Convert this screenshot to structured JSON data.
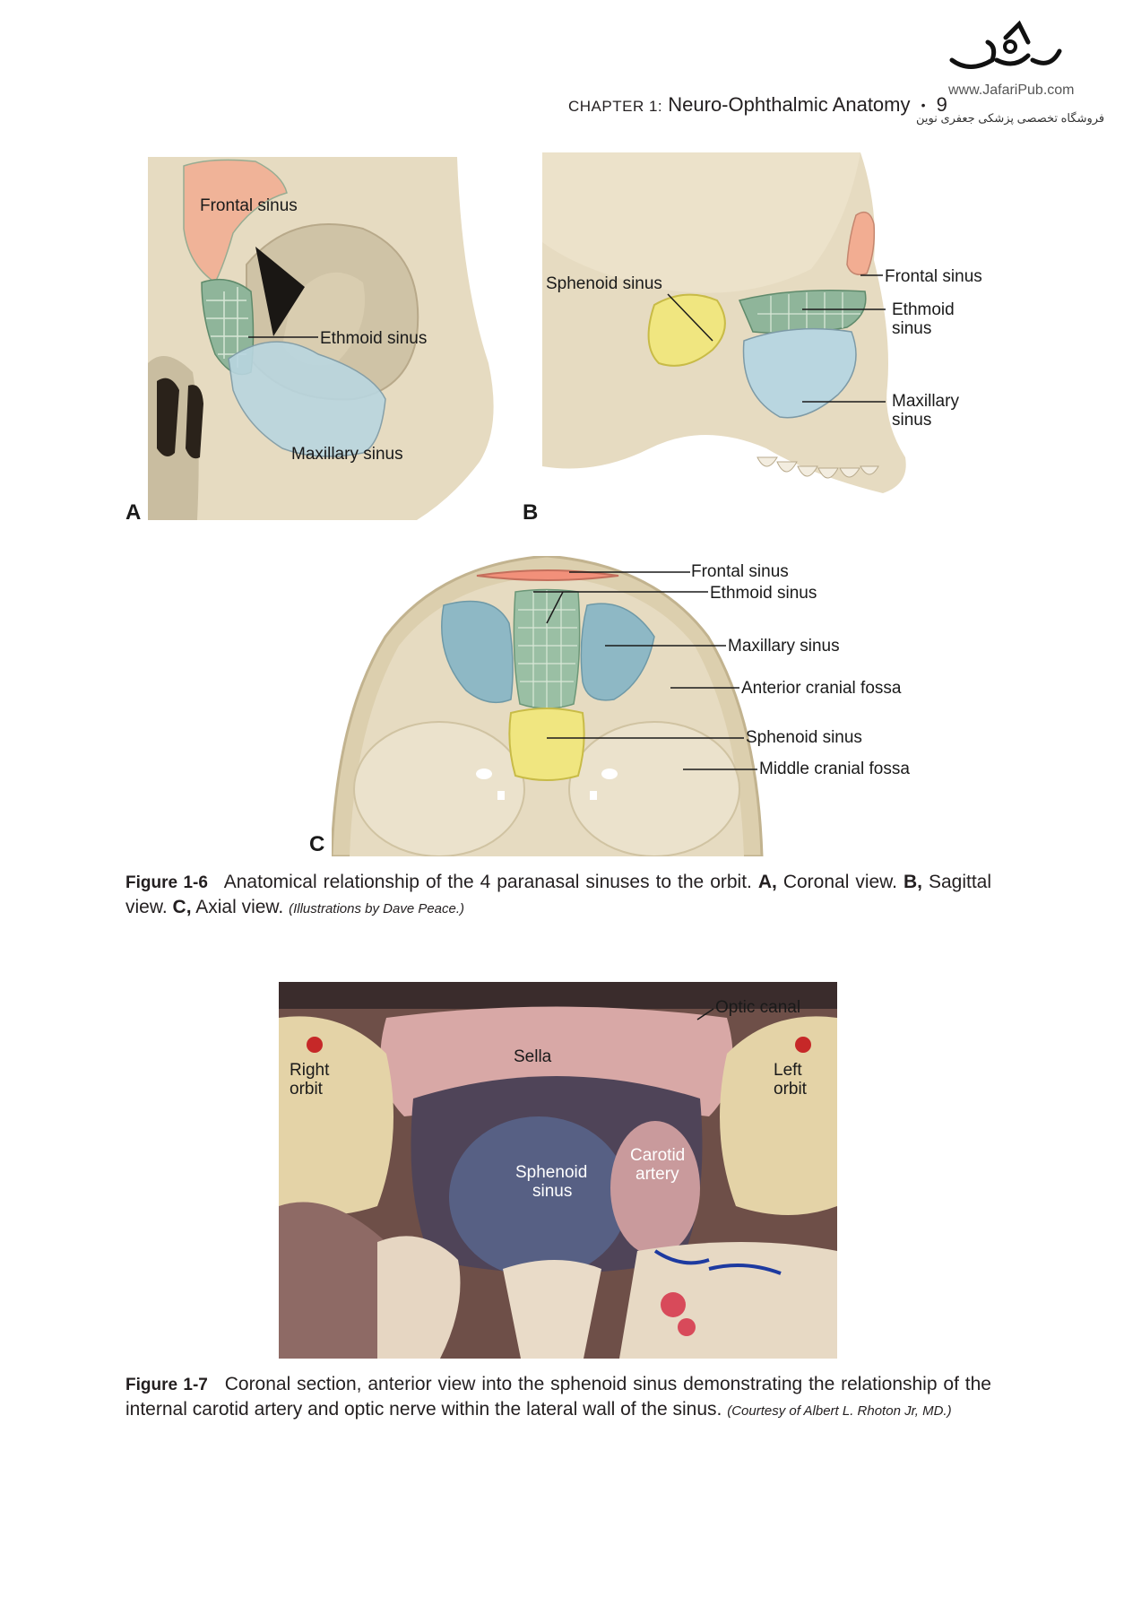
{
  "watermark": {
    "url": "www.JafariPub.com",
    "persian_text": "فروشگاه تخصصی پزشکی جعفری نوین"
  },
  "running_head": {
    "chapter": "CHAPTER 1:",
    "title": "Neuro-Ophthalmic Anatomy",
    "bullet": "•",
    "page_number": "9"
  },
  "figure_1_6": {
    "panel_a": {
      "letter": "A",
      "labels": {
        "frontal": "Frontal sinus",
        "ethmoid": "Ethmoid sinus",
        "maxillary": "Maxillary sinus"
      }
    },
    "panel_b": {
      "letter": "B",
      "labels": {
        "sphenoid": "Sphenoid sinus",
        "frontal": "Frontal sinus",
        "ethmoid_1": "Ethmoid",
        "ethmoid_2": "sinus",
        "maxillary_1": "Maxillary",
        "maxillary_2": "sinus"
      }
    },
    "panel_c": {
      "letter": "C",
      "labels": {
        "frontal": "Frontal sinus",
        "ethmoid": "Ethmoid sinus",
        "maxillary": "Maxillary sinus",
        "anterior_fossa": "Anterior cranial fossa",
        "sphenoid": "Sphenoid sinus",
        "middle_fossa": "Middle cranial fossa"
      }
    },
    "caption": {
      "number": "Figure 1-6",
      "text_1": "Anatomical relationship of the 4 paranasal sinuses to the orbit.",
      "a_label": "A,",
      "a_text": "Coronal view.",
      "b_label": "B,",
      "b_text": "Sagittal view.",
      "c_label": "C,",
      "c_text": "Axial view.",
      "credit": "(Illustrations by Dave Peace.)"
    }
  },
  "figure_1_7": {
    "labels": {
      "optic_canal": "Optic canal",
      "sella": "Sella",
      "right_orbit_1": "Right",
      "right_orbit_2": "orbit",
      "left_orbit_1": "Left",
      "left_orbit_2": "orbit",
      "sphenoid_1": "Sphenoid",
      "sphenoid_2": "sinus",
      "carotid_1": "Carotid",
      "carotid_2": "artery"
    },
    "caption": {
      "number": "Figure 1-7",
      "text": "Coronal section, anterior view into the sphenoid sinus demonstrating the relationship of the internal carotid artery and optic nerve within the lateral wall of the sinus.",
      "credit": "(Courtesy of Albert L. Rhoton Jr, MD.)"
    }
  },
  "colors": {
    "bone": "#e8dcc0",
    "frontal": "#f2a98f",
    "ethmoid": "#8fb59a",
    "maxillary": "#b9d6e0",
    "sphenoid": "#f0e680"
  }
}
